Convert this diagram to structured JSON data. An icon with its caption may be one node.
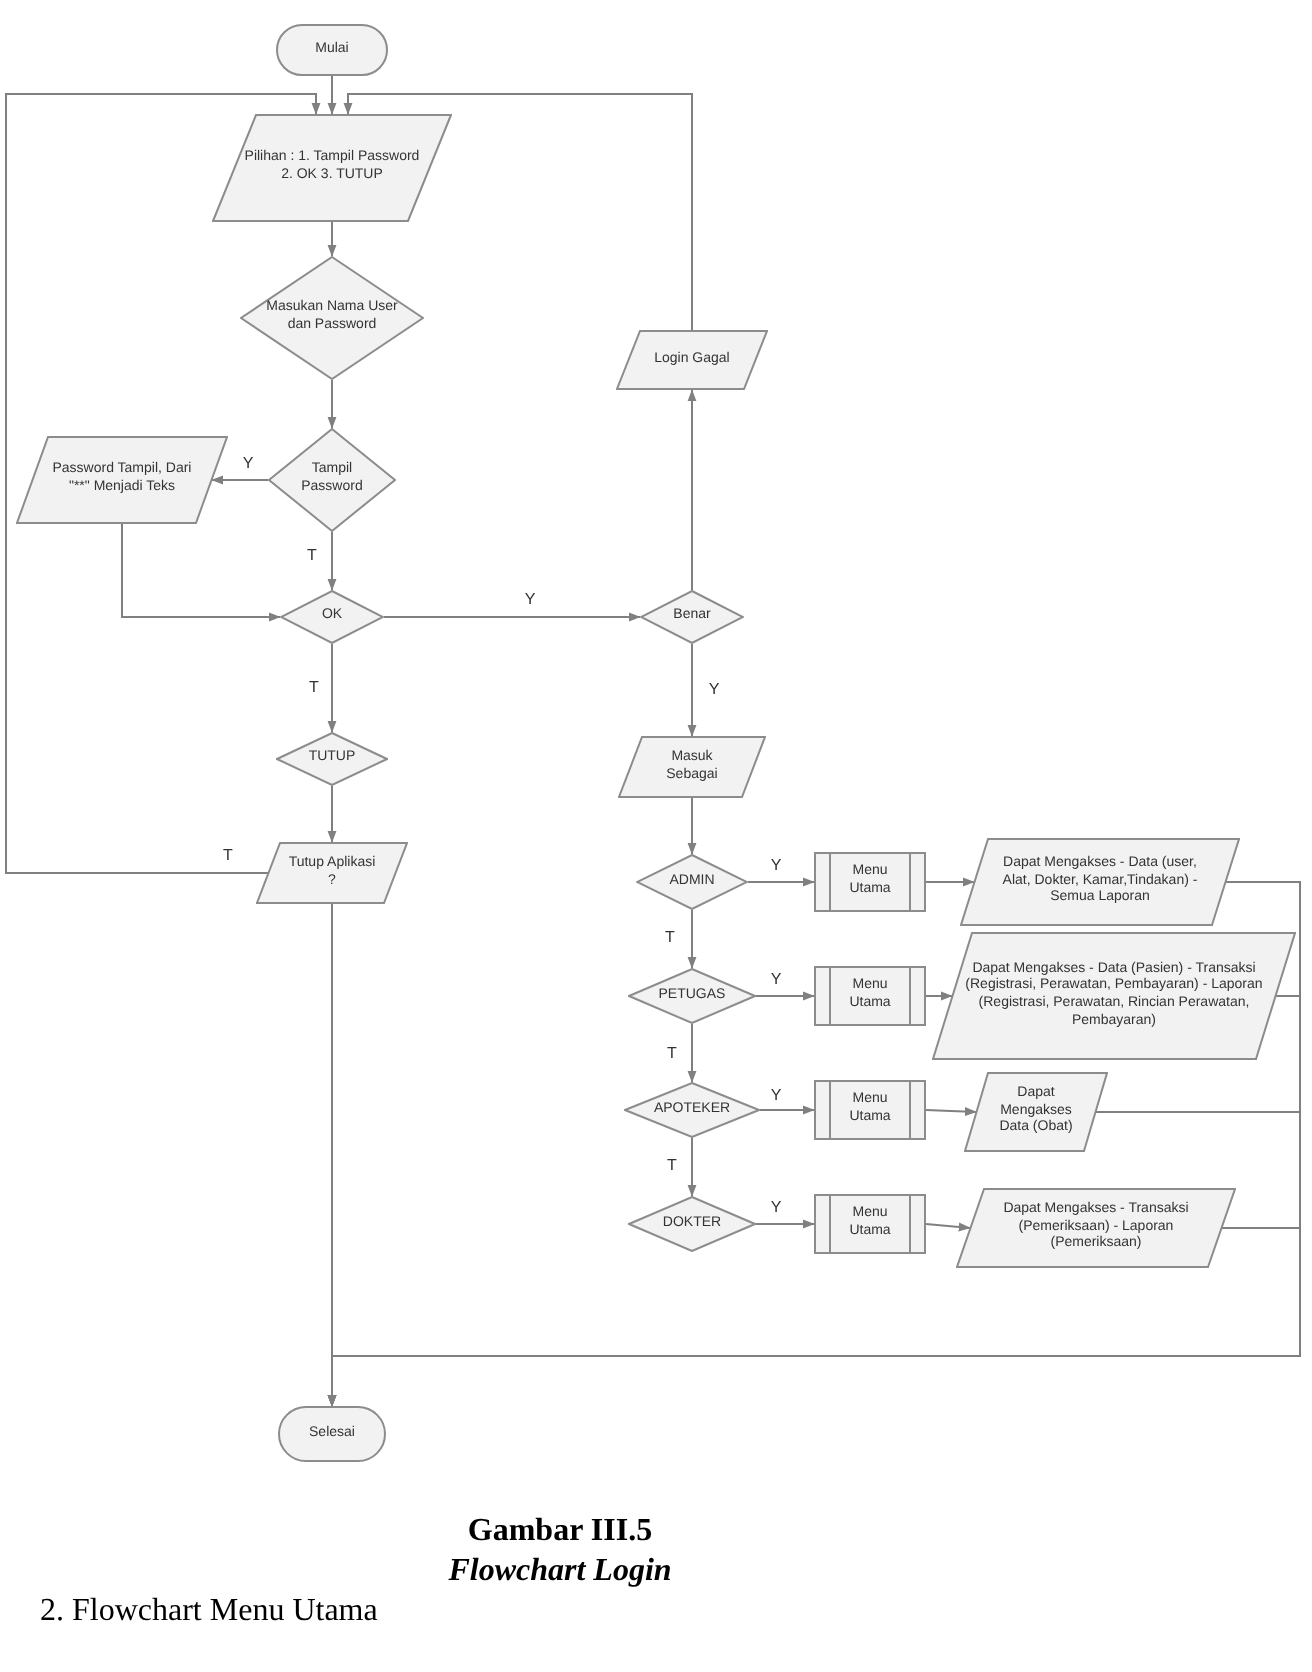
{
  "diagram": {
    "nodes": [
      {
        "text": [
          "Mulai"
        ]
      },
      {
        "text": [
          "Pilihan : 1. Tampil Password 2. OK 3. TUTUP"
        ]
      },
      {
        "text": [
          "Masukan Nama User dan Password"
        ]
      },
      {
        "text": [
          "Tampil Password"
        ]
      },
      {
        "text": [
          "Password Tampil, Dari \"**\" Menjadi Teks"
        ]
      },
      {
        "text": [
          "OK"
        ]
      },
      {
        "text": [
          "Benar"
        ]
      },
      {
        "text": [
          "Login Gagal"
        ]
      },
      {
        "text": [
          "TUTUP"
        ]
      },
      {
        "text": [
          "Tutup Aplikasi ?"
        ]
      },
      {
        "text": [
          "Masuk Sebagai"
        ]
      },
      {
        "text": [
          "ADMIN"
        ]
      },
      {
        "text": [
          "Menu Utama"
        ]
      },
      {
        "text": [
          "Dapat Mengakses - Data (user, Alat, Dokter, Kamar,Tindakan) - Semua Laporan"
        ]
      },
      {
        "text": [
          "PETUGAS"
        ]
      },
      {
        "text": [
          "Menu Utama"
        ]
      },
      {
        "text": [
          "Dapat Mengakses - Data (Pasien) - Transaksi (Registrasi, Perawatan, Pembayaran) - Laporan (Registrasi, Perawatan, Rincian Perawatan, Pembayaran)"
        ]
      },
      {
        "text": [
          "APOTEKER"
        ]
      },
      {
        "text": [
          "Menu Utama"
        ]
      },
      {
        "text": [
          "Dapat Mengakses Data (Obat)"
        ]
      },
      {
        "text": [
          "DOKTER"
        ]
      },
      {
        "text": [
          "Menu Utama"
        ]
      },
      {
        "text": [
          "Dapat Mengakses - Transaksi (Pemeriksaan) - Laporan (Pemeriksaan)"
        ]
      },
      {
        "text": [
          "Selesai"
        ]
      }
    ],
    "edges": [
      {
        "from": 0,
        "to": 1,
        "arrow": "to"
      },
      {
        "from": 1,
        "to": 2,
        "arrow": "to"
      },
      {
        "from": 2,
        "to": 3,
        "arrow": "to"
      },
      {
        "from": 3,
        "to": 4,
        "arrow": "to",
        "label": "Y"
      },
      {
        "from": 3,
        "to": 5,
        "arrow": "to",
        "label": "T"
      },
      {
        "from": 4,
        "to": 5,
        "arrow": "to"
      },
      {
        "from": 5,
        "to": 6,
        "arrow": "to",
        "label": "Y"
      },
      {
        "from": 5,
        "to": 8,
        "arrow": "to",
        "label": "T"
      },
      {
        "from": 8,
        "to": 9,
        "arrow": "to"
      },
      {
        "from": 9,
        "to": 1,
        "arrow": "to",
        "label": "T"
      },
      {
        "from": 9,
        "to": 23,
        "arrow": "to"
      },
      {
        "from": 6,
        "to": 7,
        "arrow": "to"
      },
      {
        "from": 7,
        "to": 1,
        "arrow": "to"
      },
      {
        "from": 6,
        "to": 10,
        "arrow": "to",
        "label": "Y"
      },
      {
        "from": 10,
        "to": 11,
        "arrow": "to"
      },
      {
        "from": 11,
        "to": 12,
        "arrow": "to",
        "label": "Y"
      },
      {
        "from": 12,
        "to": 13,
        "arrow": "to"
      },
      {
        "from": 13,
        "to": 23,
        "arrow": "to"
      },
      {
        "from": 11,
        "to": 14,
        "arrow": "to",
        "label": "T"
      },
      {
        "from": 14,
        "to": 15,
        "arrow": "to",
        "label": "Y"
      },
      {
        "from": 15,
        "to": 16,
        "arrow": "to"
      },
      {
        "from": 16,
        "to": 23,
        "arrow": "to"
      },
      {
        "from": 14,
        "to": 17,
        "arrow": "to",
        "label": "T"
      },
      {
        "from": 17,
        "to": 18,
        "arrow": "to",
        "label": "Y"
      },
      {
        "from": 18,
        "to": 19,
        "arrow": "to"
      },
      {
        "from": 19,
        "to": 23,
        "arrow": "to"
      },
      {
        "from": 17,
        "to": 20,
        "arrow": "to",
        "label": "T"
      },
      {
        "from": 20,
        "to": 21,
        "arrow": "to",
        "label": "Y"
      },
      {
        "from": 21,
        "to": 22,
        "arrow": "to"
      },
      {
        "from": 22,
        "to": 23,
        "arrow": "to"
      }
    ],
    "labels": [
      "Gambar III.5",
      "Flowchart Login",
      "2. Flowchart Menu Utama"
    ]
  }
}
